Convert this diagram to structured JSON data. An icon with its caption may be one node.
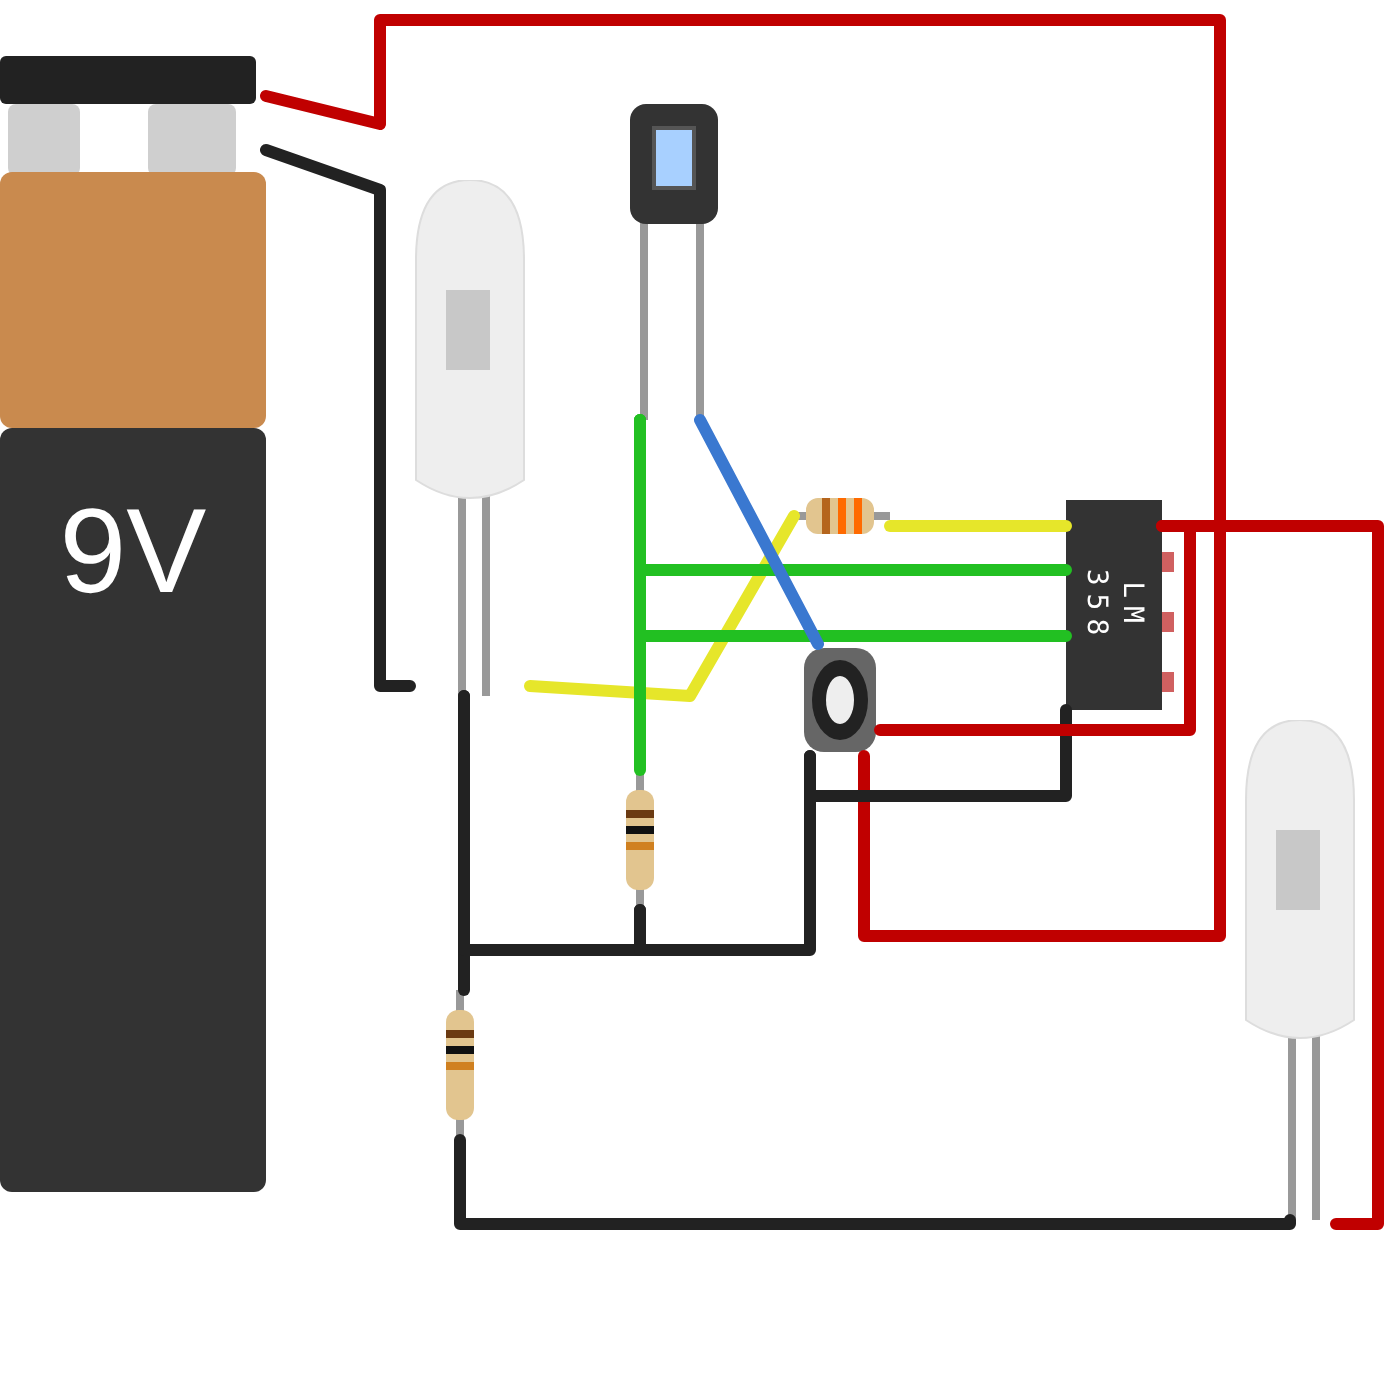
{
  "diagram": {
    "nodes": [
      {
        "text": [
          "9V"
        ]
      },
      {
        "text": [],
        "shape": "led"
      },
      {
        "text": [],
        "shape": "photoresistor"
      },
      {
        "text": [],
        "shape": "resistor"
      },
      {
        "text": [],
        "shape": "potentiometer"
      },
      {
        "text": [
          "LM 358"
        ]
      },
      {
        "text": [],
        "shape": "resistor"
      },
      {
        "text": [],
        "shape": "resistor"
      },
      {
        "text": [],
        "shape": "led"
      }
    ],
    "edges": [
      {
        "from": 0,
        "to": 4,
        "arrow": "none",
        "color": "#c00000"
      },
      {
        "from": 0,
        "to": 1,
        "arrow": "none",
        "color": "#222222"
      },
      {
        "from": 1,
        "to": 3,
        "arrow": "none",
        "color": "#e6e62a"
      },
      {
        "from": 3,
        "to": 5,
        "arrow": "none",
        "color": "#e6e62a"
      },
      {
        "from": 2,
        "to": 6,
        "arrow": "none",
        "color": "#22c022"
      },
      {
        "from": 2,
        "to": 5,
        "arrow": "none",
        "color": "#22c022"
      },
      {
        "from": 2,
        "to": 5,
        "arrow": "none",
        "color": "#22c022"
      },
      {
        "from": 2,
        "to": 4,
        "arrow": "none",
        "color": "#3a78d0"
      },
      {
        "from": 4,
        "to": 5,
        "arrow": "none",
        "color": "#222222"
      },
      {
        "from": 4,
        "to": 5,
        "arrow": "none",
        "color": "#c00000"
      },
      {
        "from": 5,
        "to": 8,
        "arrow": "none",
        "color": "#c00000"
      },
      {
        "from": 1,
        "to": 7,
        "arrow": "none",
        "color": "#222222"
      },
      {
        "from": 1,
        "to": 6,
        "arrow": "none",
        "color": "#222222"
      },
      {
        "from": 6,
        "to": 4,
        "arrow": "none",
        "color": "#222222"
      },
      {
        "from": 7,
        "to": 8,
        "arrow": "none",
        "color": "#222222"
      }
    ]
  }
}
